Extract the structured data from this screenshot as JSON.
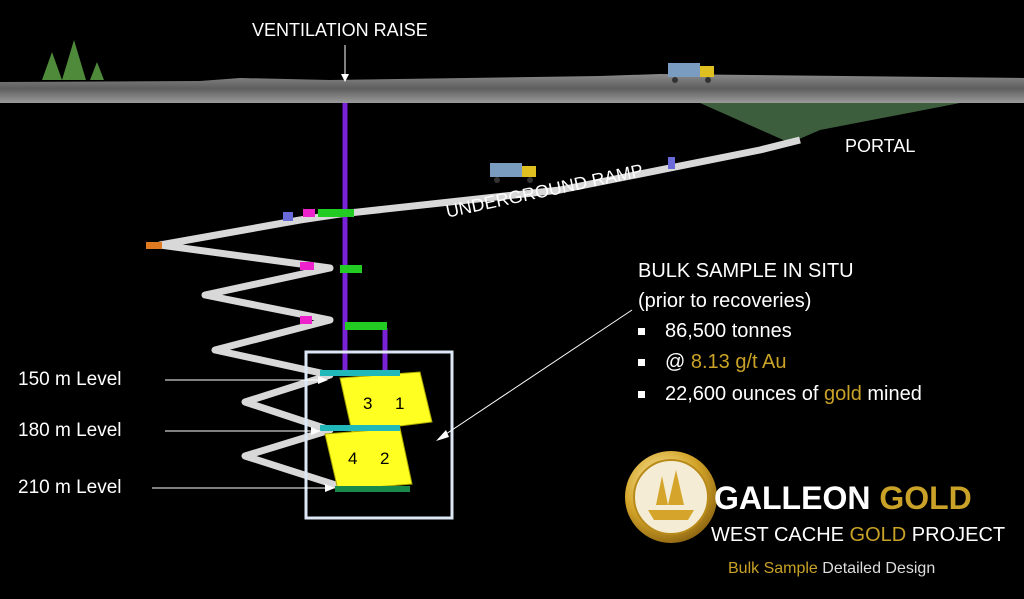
{
  "labels": {
    "ventilation_raise": "VENTILATION RAISE",
    "portal": "PORTAL",
    "underground_ramp": "UNDERGROUND RAMP",
    "level_150": "150 m Level",
    "level_180": "180 m Level",
    "level_210": "210 m Level",
    "stopes": [
      "3",
      "1",
      "4",
      "2"
    ]
  },
  "bulk_sample": {
    "title": "BULK SAMPLE IN SITU",
    "subtitle": "(prior to recoveries)",
    "tonnes": "86,500 tonnes",
    "grade_prefix": "@ ",
    "grade": "8.13 g/t Au",
    "ounces_prefix": "22,600 ounces of ",
    "ounces_gold": "gold",
    "ounces_suffix": " mined"
  },
  "logo": {
    "brand_white": "GALLEON",
    "brand_gold": "GOLD",
    "project_a": "WEST CACHE ",
    "project_gold": "GOLD",
    "project_b": " PROJECT",
    "tag_gold": "Bulk Sample",
    "tag_white": " Detailed Design"
  },
  "colors": {
    "gold": "#c9a227",
    "raise": "#7a22d6",
    "stope": "#ffff22",
    "box": "#dce8f5"
  }
}
